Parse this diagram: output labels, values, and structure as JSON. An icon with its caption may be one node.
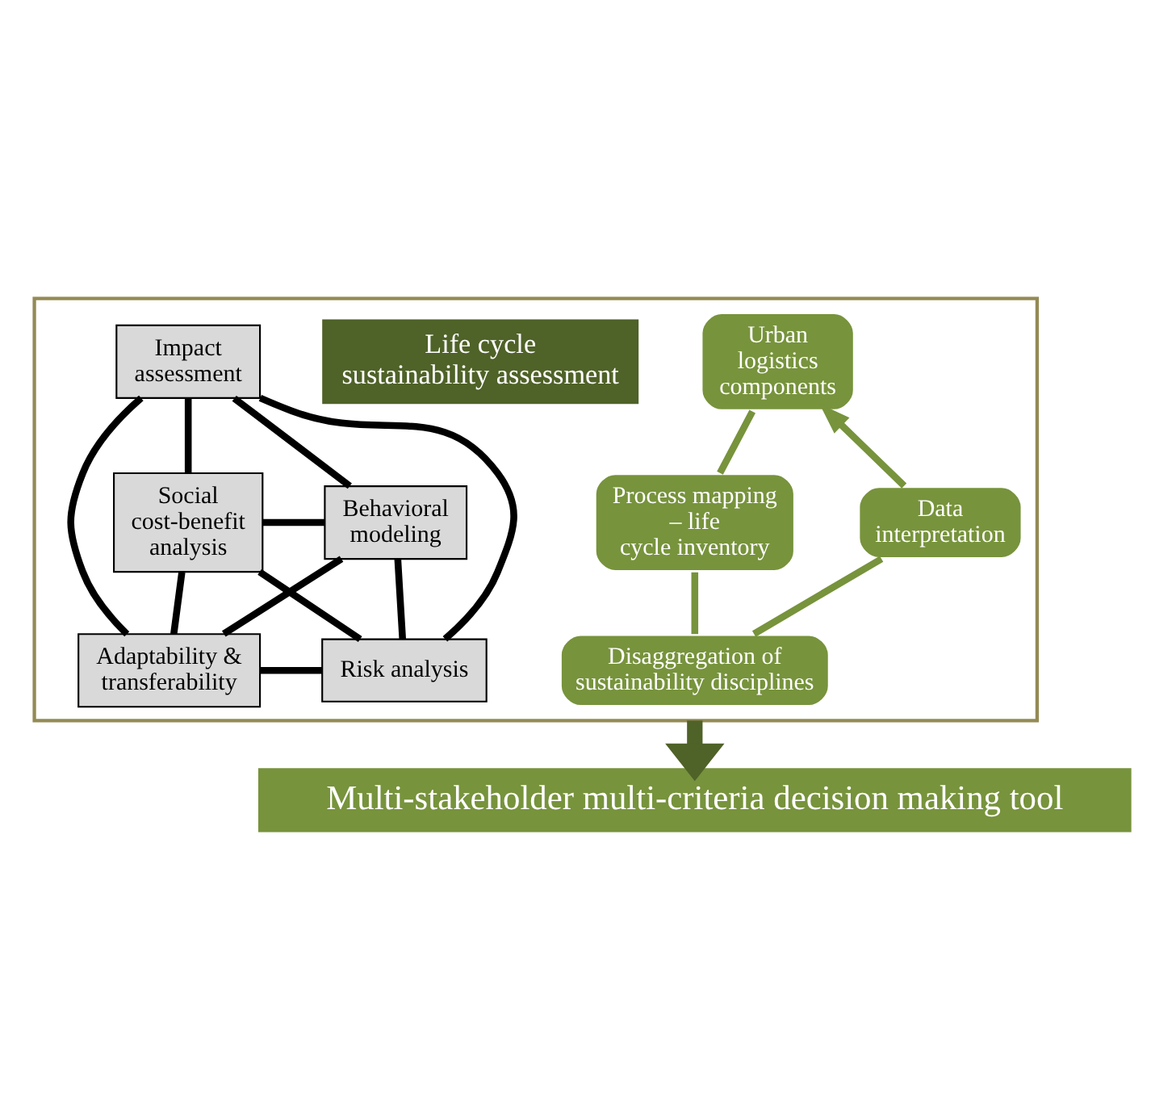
{
  "diagram": {
    "nodes": [
      {
        "text": [],
        "shape": "box"
      },
      {
        "text": [
          "Urban logistics components"
        ],
        "in": 0
      },
      {
        "text": [
          "Life cycle sustainability assessment"
        ],
        "in": 0
      },
      {
        "text": [
          "Impact assessment"
        ],
        "in": 0
      },
      {
        "text": [
          "Social cost-benefit analysis"
        ],
        "in": 0
      },
      {
        "text": [
          "Behavioral modeling"
        ],
        "in": 0
      },
      {
        "text": [
          "Data interpretation"
        ],
        "in": 0
      },
      {
        "text": [
          "Process mapping – life cycle inventory"
        ],
        "in": 0
      },
      {
        "text": [
          "Adaptability & transferability"
        ],
        "in": 0
      },
      {
        "text": [
          "Risk analysis"
        ],
        "in": 0
      },
      {
        "text": [
          "Disaggregation of sustainability disciplines"
        ],
        "in": 0
      },
      {
        "text": [
          "Multi-stakeholder multi-criteria decision making tool"
        ]
      }
    ],
    "edges": [
      {
        "from": 1,
        "to": 7,
        "arrow": "none",
        "color": "#77933c"
      },
      {
        "from": 7,
        "to": 10,
        "arrow": "none",
        "color": "#77933c"
      },
      {
        "from": 10,
        "to": 6,
        "arrow": "none",
        "color": "#77933c"
      },
      {
        "from": 6,
        "to": 1,
        "arrow": "to",
        "color": "#77933c"
      },
      {
        "from": 3,
        "to": 4,
        "arrow": "none"
      },
      {
        "from": 3,
        "to": 5,
        "arrow": "none"
      },
      {
        "from": 3,
        "to": 8,
        "arrow": "none"
      },
      {
        "from": 3,
        "to": 9,
        "arrow": "none"
      },
      {
        "from": 4,
        "to": 5,
        "arrow": "none"
      },
      {
        "from": 4,
        "to": 8,
        "arrow": "none"
      },
      {
        "from": 4,
        "to": 9,
        "arrow": "none"
      },
      {
        "from": 5,
        "to": 8,
        "arrow": "none"
      },
      {
        "from": 5,
        "to": 9,
        "arrow": "none"
      },
      {
        "from": 8,
        "to": 9,
        "arrow": "none"
      },
      {
        "from": 0,
        "to": 11,
        "arrow": "to",
        "style": "thick",
        "color": "#4f6228"
      }
    ]
  }
}
